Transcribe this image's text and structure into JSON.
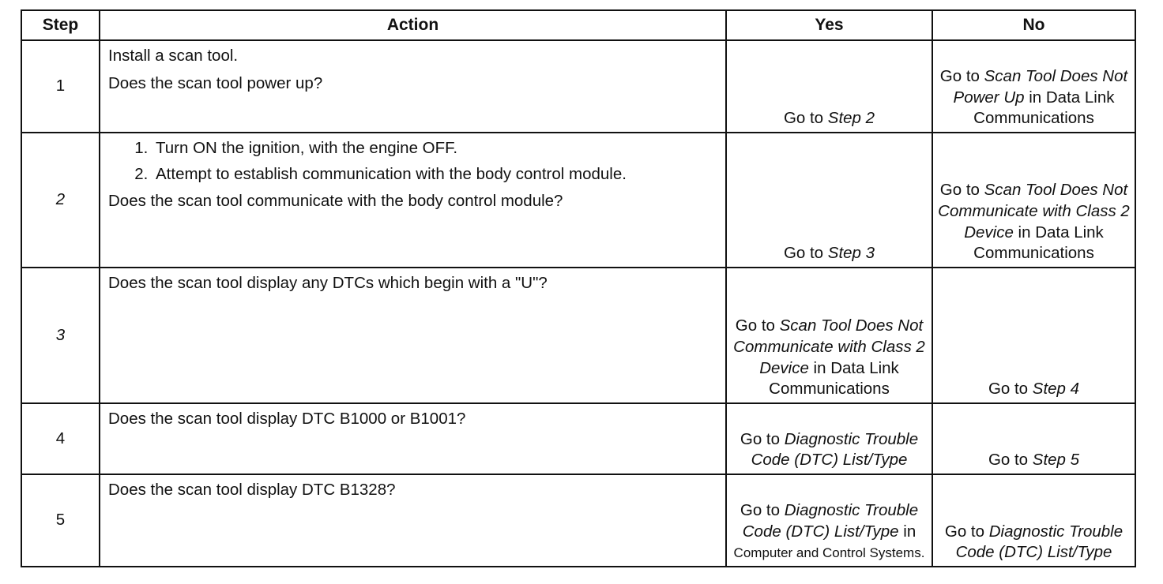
{
  "headers": {
    "step": "Step",
    "action": "Action",
    "yes": "Yes",
    "no": "No"
  },
  "rows": [
    {
      "step": "1",
      "action": {
        "line1": "Install a scan tool.",
        "question": "Does the scan tool power up?"
      },
      "yes": {
        "pre": "Go to ",
        "em": "Step 2"
      },
      "no": {
        "pre": "Go to ",
        "em": "Scan Tool Does Not Power Up",
        "post": " in Data Link Communications"
      }
    },
    {
      "step": "2",
      "action": {
        "items": [
          "Turn ON the ignition, with the engine OFF.",
          "Attempt to establish communication with the body control module."
        ],
        "question": "Does the scan tool communicate with the body control module?"
      },
      "yes": {
        "pre": "Go to ",
        "em": "Step 3"
      },
      "no": {
        "pre": "Go to ",
        "em": "Scan Tool Does Not Communicate with Class 2 Device",
        "post": " in Data Link Communications"
      }
    },
    {
      "step": "3",
      "action": {
        "question": "Does the scan tool display any DTCs which begin with a \"U\"?"
      },
      "yes": {
        "pre": "Go to ",
        "em": "Scan Tool Does Not Communicate with Class 2 Device",
        "post": " in Data Link Communications"
      },
      "no": {
        "pre": "Go to ",
        "em": "Step 4"
      }
    },
    {
      "step": "4",
      "action": {
        "question": "Does the scan tool display DTC B1000 or B1001?"
      },
      "yes": {
        "pre": "Go to ",
        "em": "Diagnostic Trouble Code (DTC) List/Type"
      },
      "no": {
        "pre": "Go to ",
        "em": "Step 5"
      }
    },
    {
      "step": "5",
      "action": {
        "question": "Does the scan tool display DTC B1328?"
      },
      "yes": {
        "pre": "Go to ",
        "em": "Diagnostic Trouble Code (DTC) List/Type",
        "mid": " in ",
        "small": "Computer and Control Systems."
      },
      "no": {
        "pre": "Go to ",
        "em": "Diagnostic Trouble Code (DTC) List/Type"
      }
    }
  ]
}
